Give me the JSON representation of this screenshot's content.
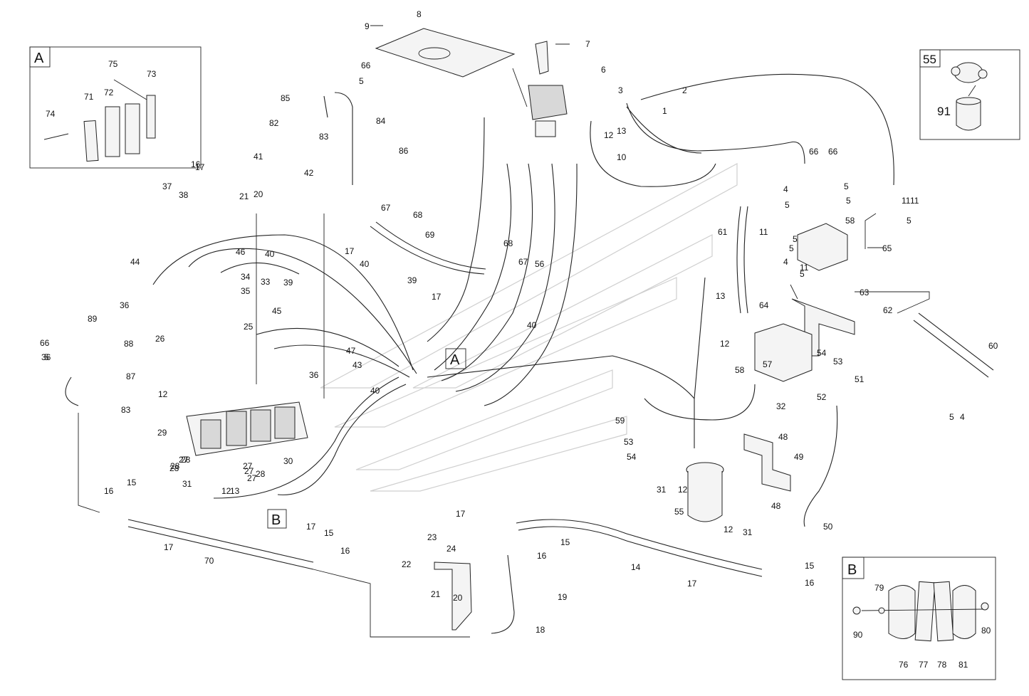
{
  "insets": {
    "A": {
      "heading": "A",
      "labels": [
        "74",
        "71",
        "72",
        "75",
        "73"
      ]
    },
    "B": {
      "heading": "B",
      "labels": [
        "79",
        "90",
        "80",
        "76",
        "77",
        "78",
        "81"
      ]
    },
    "filter": {
      "heading": "55",
      "labels": [
        "91"
      ]
    }
  },
  "callouts": {
    "A": "A",
    "B": "B"
  },
  "part_labels": [
    "1",
    "2",
    "3",
    "4",
    "4",
    "4",
    "5",
    "5",
    "5",
    "5",
    "5",
    "5",
    "5",
    "5",
    "5",
    "5",
    "6",
    "7",
    "8",
    "9",
    "10",
    "11",
    "11",
    "11",
    "11",
    "12",
    "12",
    "12",
    "12",
    "12",
    "12",
    "13",
    "13",
    "13",
    "14",
    "15",
    "15",
    "15",
    "15",
    "16",
    "16",
    "16",
    "16",
    "16",
    "17",
    "17",
    "17",
    "17",
    "17",
    "17",
    "17",
    "18",
    "19",
    "20",
    "20",
    "21",
    "21",
    "22",
    "23",
    "24",
    "25",
    "26",
    "27",
    "27",
    "27",
    "27",
    "28",
    "28",
    "28",
    "28",
    "29",
    "30",
    "31",
    "31",
    "31",
    "32",
    "33",
    "34",
    "35",
    "36",
    "36",
    "36",
    "37",
    "38",
    "39",
    "39",
    "40",
    "40",
    "40",
    "40",
    "41",
    "42",
    "43",
    "44",
    "45",
    "46",
    "47",
    "48",
    "48",
    "49",
    "50",
    "51",
    "52",
    "53",
    "53",
    "54",
    "54",
    "55",
    "56",
    "57",
    "58",
    "58",
    "59",
    "60",
    "61",
    "62",
    "63",
    "64",
    "65",
    "66",
    "66",
    "66",
    "66",
    "67",
    "67",
    "68",
    "68",
    "69",
    "70",
    "83",
    "83",
    "84",
    "85",
    "82",
    "86",
    "87",
    "88",
    "89"
  ]
}
